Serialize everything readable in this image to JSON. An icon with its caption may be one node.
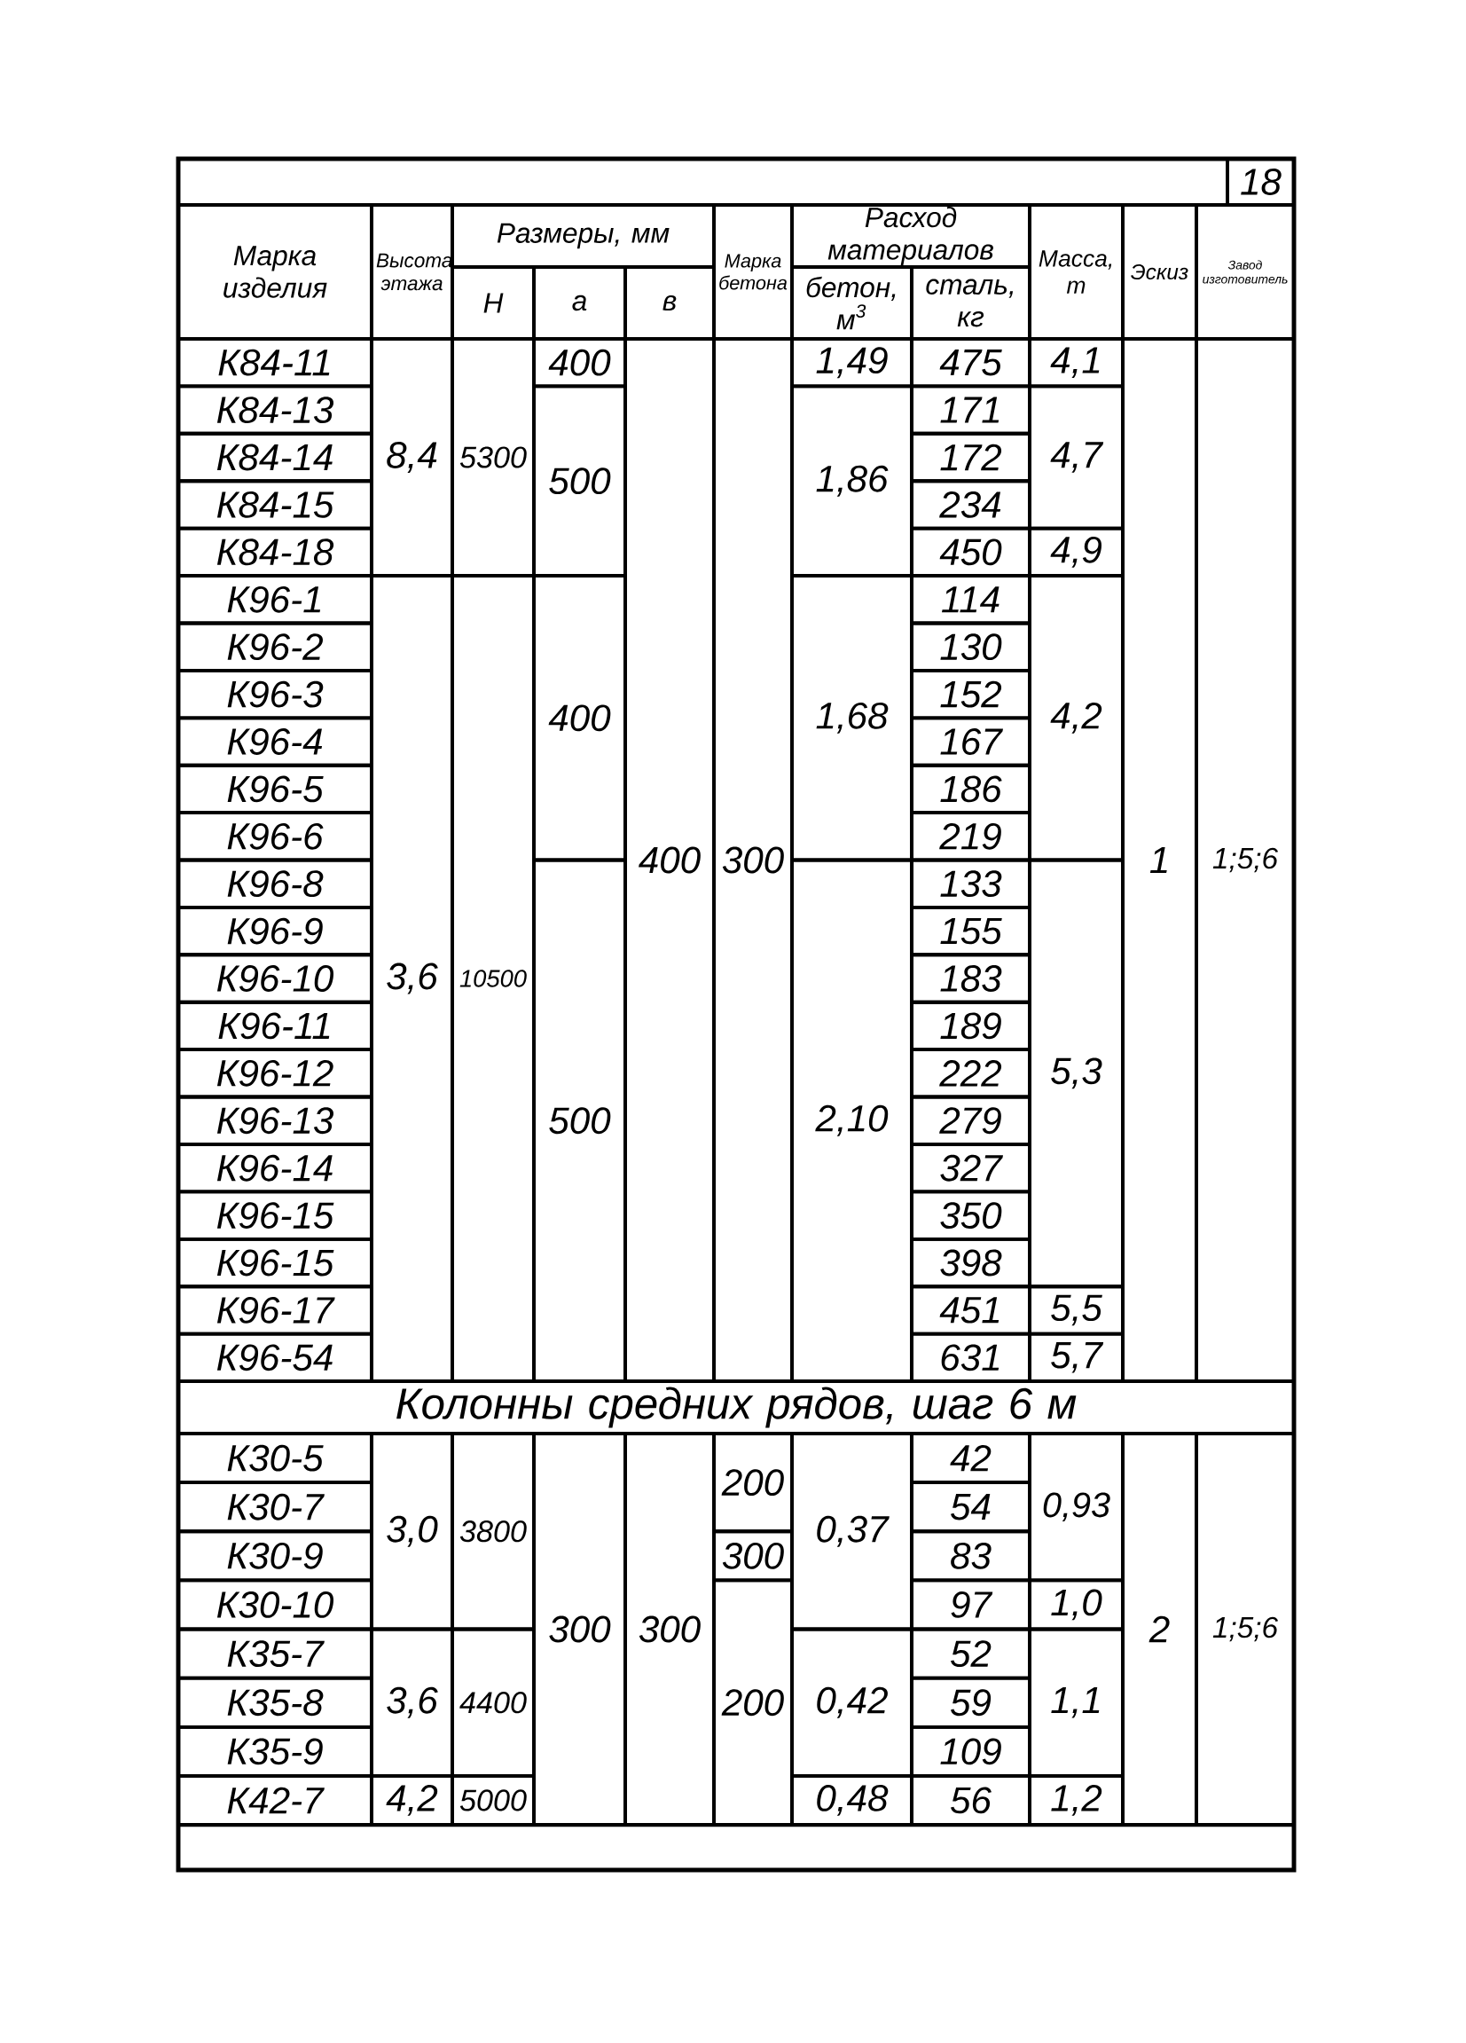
{
  "diagram": {
    "labels": [
      "18",
      "Размеры, мм",
      "Расход материалов",
      "Марка изделия",
      "Высота этажа",
      "Марка бетона",
      "Масса, т",
      "Эскиз",
      "Завод изготовитель",
      "Н",
      "а",
      "в",
      "бетон, м$^{3}$",
      "сталь, кг",
      "К84-11",
      "400",
      "1,49",
      "475",
      "4,1",
      "К84-13",
      "171",
      "К84-14",
      "8,4",
      "5300",
      "172",
      "4,7",
      "500",
      "1,86",
      "К84-15",
      "234",
      "К84-18",
      "450",
      "4,9",
      "К96-1",
      "114",
      "К96-2",
      "130",
      "К96-3",
      "152",
      "400",
      "1,68",
      "4,2",
      "К96-4",
      "167",
      "К96-5",
      "186",
      "К96-6",
      "219",
      "400",
      "300",
      "1",
      "1;5;6",
      "К96-8",
      "133",
      "К96-9",
      "155",
      "К96-10",
      "3,6",
      "10500",
      "183",
      "К96-11",
      "189",
      "К96-12",
      "222",
      "5,3",
      "К96-13",
      "500",
      "2,10",
      "279",
      "К96-14",
      "327",
      "К96-15",
      "350",
      "К96-15",
      "398",
      "К96-17",
      "451",
      "5,5",
      "К96-54",
      "631",
      "5,7",
      "Колонны средних рядов, шаг 6 м",
      "К30-5",
      "42",
      "200",
      "К30-7",
      "54",
      "0,93",
      "3,0",
      "3800",
      "0,37",
      "К30-9",
      "300",
      "83",
      "К30-10",
      "97",
      "1,0",
      "300",
      "300",
      "2",
      "1;5;6",
      "К35-7",
      "52",
      "К35-8",
      "3,6",
      "4400",
      "200",
      "0,42",
      "59",
      "1,1",
      "К35-9",
      "109",
      "К42-7",
      "4,2",
      "5000",
      "0,48",
      "56",
      "1,2"
    ]
  }
}
